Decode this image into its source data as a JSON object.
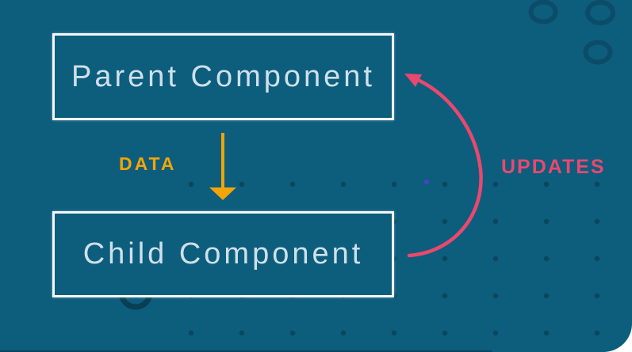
{
  "diagram": {
    "nodes": [
      {
        "id": "parent",
        "label": "Parent Component"
      },
      {
        "id": "child",
        "label": "Child Component"
      }
    ],
    "edges": [
      {
        "id": "data",
        "label": "DATA",
        "from": "parent",
        "to": "child",
        "icon": "down-arrow-icon",
        "color": "#f2a408"
      },
      {
        "id": "updates",
        "label": "UPDATES",
        "from": "child",
        "to": "parent",
        "icon": "curved-arrow-icon",
        "color": "#e9486f"
      }
    ]
  },
  "colors": {
    "background": "#0d5d7d",
    "outside": "#ffffff",
    "box_border": "#f2f8fb",
    "box_text": "#cfe0ea",
    "data_color": "#f2a408",
    "updates_color": "#e9486f",
    "ring": "#0c4c68",
    "ring_dark": "#0a3e55",
    "dot": "#0c4258",
    "accent_dot": "#4a41c8"
  }
}
